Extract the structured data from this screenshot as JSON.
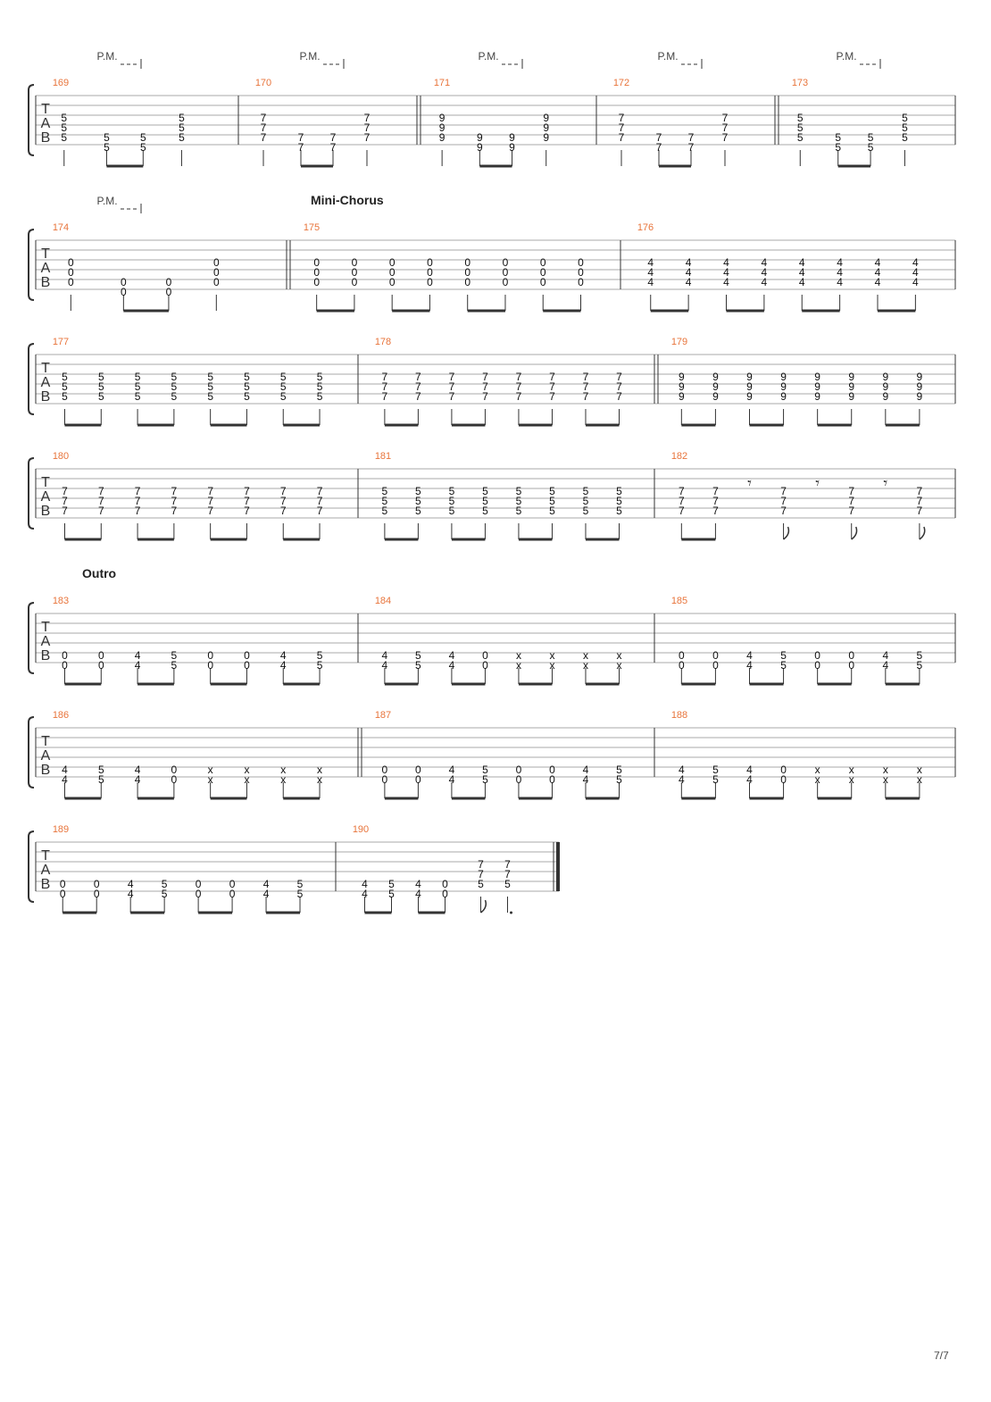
{
  "page": {
    "number": "7/7"
  },
  "labels": {
    "tab_letters": [
      "T",
      "A",
      "B"
    ],
    "palm_mute": "P.M."
  },
  "colors": {
    "measure_number": "#e8743b",
    "staff_line": "#aaaaaa",
    "notation": "#333333"
  },
  "systems": [
    {
      "section": "",
      "measures": [
        {
          "number": "169",
          "palm_mute": true,
          "notes": [
            [
              "5",
              "5",
              "5"
            ],
            [
              "5",
              "5"
            ],
            [
              "5",
              "5"
            ],
            [
              "5",
              "5",
              "5"
            ]
          ]
        },
        {
          "number": "170",
          "palm_mute": true,
          "notes": [
            [
              "7",
              "7",
              "7"
            ],
            [
              "7",
              "7"
            ],
            [
              "7",
              "7"
            ],
            [
              "7",
              "7",
              "7"
            ]
          ]
        },
        {
          "number": "171",
          "palm_mute": true,
          "notes": [
            [
              "9",
              "9",
              "9"
            ],
            [
              "9",
              "9"
            ],
            [
              "9",
              "9"
            ],
            [
              "9",
              "9",
              "9"
            ]
          ]
        },
        {
          "number": "172",
          "palm_mute": true,
          "notes": [
            [
              "7",
              "7",
              "7"
            ],
            [
              "7",
              "7"
            ],
            [
              "7",
              "7"
            ],
            [
              "7",
              "7",
              "7"
            ]
          ]
        },
        {
          "number": "173",
          "palm_mute": true,
          "notes": [
            [
              "5",
              "5",
              "5"
            ],
            [
              "5",
              "5"
            ],
            [
              "5",
              "5"
            ],
            [
              "5",
              "5",
              "5"
            ]
          ]
        }
      ]
    },
    {
      "section": "Mini-Chorus",
      "measures": [
        {
          "number": "174",
          "palm_mute": true,
          "notes": [
            [
              "0",
              "0",
              "0"
            ],
            [
              "0",
              "0"
            ],
            [
              "0",
              "0"
            ],
            [
              "0",
              "0",
              "0"
            ]
          ]
        },
        {
          "number": "175",
          "palm_mute": false,
          "notes": [
            [
              "0",
              "0",
              "0"
            ],
            [
              "0",
              "0",
              "0"
            ],
            [
              "0",
              "0",
              "0"
            ],
            [
              "0",
              "0",
              "0"
            ],
            [
              "0",
              "0",
              "0"
            ],
            [
              "0",
              "0",
              "0"
            ],
            [
              "0",
              "0",
              "0"
            ],
            [
              "0",
              "0",
              "0"
            ]
          ]
        },
        {
          "number": "176",
          "palm_mute": false,
          "notes": [
            [
              "4",
              "4",
              "4"
            ],
            [
              "4",
              "4",
              "4"
            ],
            [
              "4",
              "4",
              "4"
            ],
            [
              "4",
              "4",
              "4"
            ],
            [
              "4",
              "4",
              "4"
            ],
            [
              "4",
              "4",
              "4"
            ],
            [
              "4",
              "4",
              "4"
            ],
            [
              "4",
              "4",
              "4"
            ]
          ]
        }
      ]
    },
    {
      "section": "",
      "measures": [
        {
          "number": "177",
          "palm_mute": false,
          "notes": [
            [
              "5",
              "5",
              "5"
            ],
            [
              "5",
              "5",
              "5"
            ],
            [
              "5",
              "5",
              "5"
            ],
            [
              "5",
              "5",
              "5"
            ],
            [
              "5",
              "5",
              "5"
            ],
            [
              "5",
              "5",
              "5"
            ],
            [
              "5",
              "5",
              "5"
            ],
            [
              "5",
              "5",
              "5"
            ]
          ]
        },
        {
          "number": "178",
          "palm_mute": false,
          "notes": [
            [
              "7",
              "7",
              "7"
            ],
            [
              "7",
              "7",
              "7"
            ],
            [
              "7",
              "7",
              "7"
            ],
            [
              "7",
              "7",
              "7"
            ],
            [
              "7",
              "7",
              "7"
            ],
            [
              "7",
              "7",
              "7"
            ],
            [
              "7",
              "7",
              "7"
            ],
            [
              "7",
              "7",
              "7"
            ]
          ]
        },
        {
          "number": "179",
          "palm_mute": false,
          "notes": [
            [
              "9",
              "9",
              "9"
            ],
            [
              "9",
              "9",
              "9"
            ],
            [
              "9",
              "9",
              "9"
            ],
            [
              "9",
              "9",
              "9"
            ],
            [
              "9",
              "9",
              "9"
            ],
            [
              "9",
              "9",
              "9"
            ],
            [
              "9",
              "9",
              "9"
            ],
            [
              "9",
              "9",
              "9"
            ]
          ]
        }
      ]
    },
    {
      "section": "",
      "measures": [
        {
          "number": "180",
          "palm_mute": false,
          "notes": [
            [
              "7",
              "7",
              "7"
            ],
            [
              "7",
              "7",
              "7"
            ],
            [
              "7",
              "7",
              "7"
            ],
            [
              "7",
              "7",
              "7"
            ],
            [
              "7",
              "7",
              "7"
            ],
            [
              "7",
              "7",
              "7"
            ],
            [
              "7",
              "7",
              "7"
            ],
            [
              "7",
              "7",
              "7"
            ]
          ]
        },
        {
          "number": "181",
          "palm_mute": false,
          "notes": [
            [
              "5",
              "5",
              "5"
            ],
            [
              "5",
              "5",
              "5"
            ],
            [
              "5",
              "5",
              "5"
            ],
            [
              "5",
              "5",
              "5"
            ],
            [
              "5",
              "5",
              "5"
            ],
            [
              "5",
              "5",
              "5"
            ],
            [
              "5",
              "5",
              "5"
            ],
            [
              "5",
              "5",
              "5"
            ]
          ]
        },
        {
          "number": "182",
          "palm_mute": false,
          "notes": [
            [
              "7",
              "7",
              "7"
            ],
            [
              "7",
              "7",
              "7"
            ],
            [
              "rest"
            ],
            [
              "7",
              "7",
              "7"
            ],
            [
              "rest"
            ],
            [
              "7",
              "7",
              "7"
            ],
            [
              "rest"
            ],
            [
              "7",
              "7",
              "7"
            ]
          ]
        }
      ]
    },
    {
      "section": "Outro",
      "measures": [
        {
          "number": "183",
          "palm_mute": false,
          "notes": [
            [
              "0",
              "0"
            ],
            [
              "0",
              "0"
            ],
            [
              "4",
              "4"
            ],
            [
              "5",
              "5"
            ],
            [
              "0",
              "0"
            ],
            [
              "0",
              "0"
            ],
            [
              "4",
              "4"
            ],
            [
              "5",
              "5"
            ]
          ]
        },
        {
          "number": "184",
          "palm_mute": false,
          "notes": [
            [
              "4",
              "4"
            ],
            [
              "5",
              "5"
            ],
            [
              "4",
              "4"
            ],
            [
              "0",
              "0"
            ],
            [
              "x",
              "x"
            ],
            [
              "x",
              "x"
            ],
            [
              "x",
              "x"
            ],
            [
              "x",
              "x"
            ]
          ]
        },
        {
          "number": "185",
          "palm_mute": false,
          "notes": [
            [
              "0",
              "0"
            ],
            [
              "0",
              "0"
            ],
            [
              "4",
              "4"
            ],
            [
              "5",
              "5"
            ],
            [
              "0",
              "0"
            ],
            [
              "0",
              "0"
            ],
            [
              "4",
              "4"
            ],
            [
              "5",
              "5"
            ]
          ]
        }
      ]
    },
    {
      "section": "",
      "measures": [
        {
          "number": "186",
          "palm_mute": false,
          "notes": [
            [
              "4",
              "4"
            ],
            [
              "5",
              "5"
            ],
            [
              "4",
              "4"
            ],
            [
              "0",
              "0"
            ],
            [
              "x",
              "x"
            ],
            [
              "x",
              "x"
            ],
            [
              "x",
              "x"
            ],
            [
              "x",
              "x"
            ]
          ]
        },
        {
          "number": "187",
          "palm_mute": false,
          "notes": [
            [
              "0",
              "0"
            ],
            [
              "0",
              "0"
            ],
            [
              "4",
              "4"
            ],
            [
              "5",
              "5"
            ],
            [
              "0",
              "0"
            ],
            [
              "0",
              "0"
            ],
            [
              "4",
              "4"
            ],
            [
              "5",
              "5"
            ]
          ]
        },
        {
          "number": "188",
          "palm_mute": false,
          "notes": [
            [
              "4",
              "4"
            ],
            [
              "5",
              "5"
            ],
            [
              "4",
              "4"
            ],
            [
              "0",
              "0"
            ],
            [
              "x",
              "x"
            ],
            [
              "x",
              "x"
            ],
            [
              "x",
              "x"
            ],
            [
              "x",
              "x"
            ]
          ]
        }
      ]
    },
    {
      "section": "",
      "measures": [
        {
          "number": "189",
          "palm_mute": false,
          "notes": [
            [
              "0",
              "0"
            ],
            [
              "0",
              "0"
            ],
            [
              "4",
              "4"
            ],
            [
              "5",
              "5"
            ],
            [
              "0",
              "0"
            ],
            [
              "0",
              "0"
            ],
            [
              "4",
              "4"
            ],
            [
              "5",
              "5"
            ]
          ]
        },
        {
          "number": "190",
          "palm_mute": false,
          "notes": [
            [
              "4",
              "4"
            ],
            [
              "5",
              "5"
            ],
            [
              "4",
              "4"
            ],
            [
              "0",
              "0"
            ],
            [
              "7",
              "7",
              "5"
            ],
            [
              "7",
              "7",
              "5"
            ]
          ]
        }
      ]
    }
  ]
}
